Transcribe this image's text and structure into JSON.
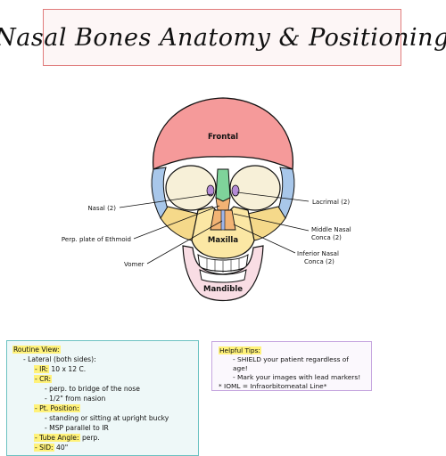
{
  "title": "Nasal Bones Anatomy & Positioning",
  "labels": {
    "frontal": "Frontal",
    "nasal": "Nasal (2)",
    "lacrimal": "Lacrimal (2)",
    "perp_plate": "Perp. plate of Ethmoid",
    "middle_nasal_1": "Middle Nasal",
    "middle_nasal_2": "Conca (2)",
    "maxilla": "Maxilla",
    "vomer": "Vomer",
    "inferior_nasal_1": "Inferior Nasal",
    "inferior_nasal_2": "Conca (2)",
    "mandible": "Mandible"
  },
  "colors": {
    "frontal": "#f59a9a",
    "temporal": "#a8c7ea",
    "zygomatic": "#f5d98a",
    "maxilla": "#fbe7a4",
    "nasal": "#7fd39a",
    "lacrimal": "#b58bd6",
    "ethmoid": "#f2b374",
    "vomer": "#9fb6ea",
    "mandible": "#f9dde4",
    "routine_border": "#6cc2c2",
    "tips_border": "#c6a6df",
    "title_border": "#e07b7b"
  },
  "routine": {
    "heading": "Routine View:",
    "lateral": "- Lateral (both sides):",
    "ir_label": "- IR:",
    "ir_value": " 10 x 12 C.",
    "cr_label": "- CR:",
    "cr_1": "- perp. to bridge of the nose",
    "cr_2": "- 1/2\" from nasion",
    "pt_label": "- Pt. Position:",
    "pt_1": "- standing or sitting at upright bucky",
    "pt_2": "- MSP parallel to IR",
    "tube_label": "- Tube Angle:",
    "tube_value": " perp.",
    "sid_label": "- SID:",
    "sid_value": " 40\""
  },
  "tips": {
    "heading": "Helpful Tips:",
    "tip1": "- SHIELD your patient regardless of age!",
    "tip2": "- Mark your images with lead markers!",
    "tip3": "* IOML = Infraorbitomeatal Line*"
  }
}
